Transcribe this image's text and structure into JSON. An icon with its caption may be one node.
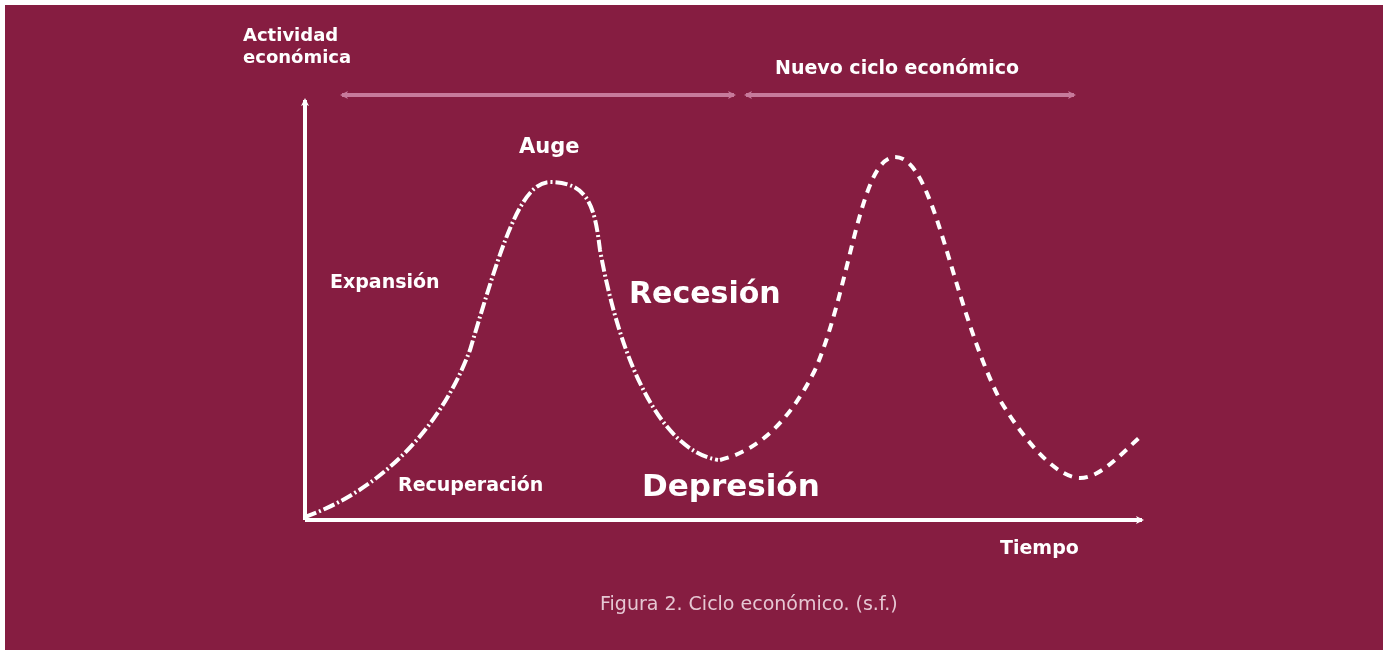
{
  "diagram": {
    "caption": "Figura 2. Ciclo económico. (s.f.)",
    "labels": [
      "Actividad económica",
      "Nuevo ciclo económico",
      "Auge",
      "Expansión",
      "Recesión",
      "Recuperación",
      "Depresión",
      "Tiempo"
    ]
  }
}
